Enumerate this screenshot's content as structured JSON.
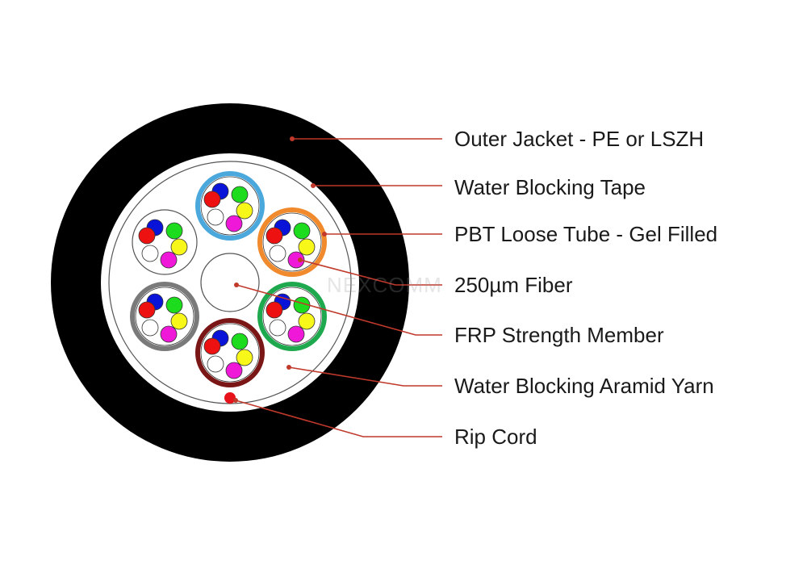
{
  "labels": {
    "outer_jacket": "Outer Jacket - PE or LSZH",
    "water_blocking_tape": "Water Blocking Tape",
    "loose_tube": "PBT Loose Tube - Gel Filled",
    "fiber": "250µm Fiber",
    "frp": "FRP Strength Member",
    "aramid_yarn": "Water Blocking Aramid Yarn",
    "rip_cord": "Rip Cord"
  },
  "watermark": "NEXCOMM",
  "colors": {
    "jacket": "#000000",
    "leader_line": "#c0392b",
    "leader_dot": "#c0392b",
    "rip_cord": "#e8121a",
    "fiber_colors": [
      "#0a14d9",
      "#1ddb1d",
      "#f7f71a",
      "#f018d8",
      "#ffffff",
      "#ee1111"
    ],
    "tube_colors": [
      "#4aa8dc",
      "#f08a2c",
      "#1fa94f",
      "#7a1616",
      "#7a7a7a",
      "#ffffff"
    ]
  }
}
